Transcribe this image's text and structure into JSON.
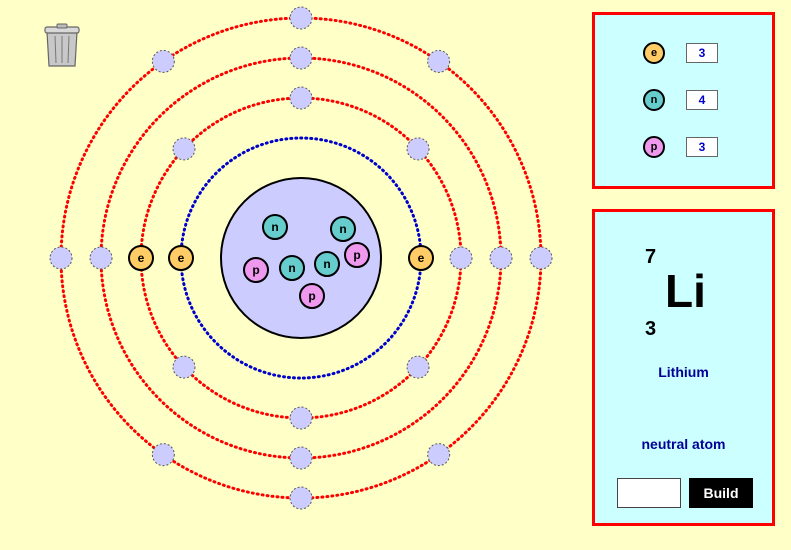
{
  "toolbar": {
    "trash_icon": "trash-can-icon"
  },
  "atom": {
    "nucleus_particles": [
      {
        "type": "n",
        "label": "n"
      },
      {
        "type": "n",
        "label": "n"
      },
      {
        "type": "n",
        "label": "n"
      },
      {
        "type": "n",
        "label": "n"
      },
      {
        "type": "p",
        "label": "p"
      },
      {
        "type": "p",
        "label": "p"
      },
      {
        "type": "p",
        "label": "p"
      }
    ],
    "electrons": [
      {
        "label": "e"
      },
      {
        "label": "e"
      },
      {
        "label": "e"
      }
    ],
    "colors": {
      "electron": "#ffcc66",
      "neutron": "#66cccc",
      "proton": "#ee99ee",
      "nucleus": "#ccccff",
      "empty_slot": "#ccccff",
      "inner_shell": "#0000cc",
      "outer_shells": "#ff0000"
    }
  },
  "counts": {
    "electrons": {
      "label": "e",
      "value": "3"
    },
    "neutrons": {
      "label": "n",
      "value": "4"
    },
    "protons": {
      "label": "p",
      "value": "3"
    }
  },
  "element": {
    "mass_number": "7",
    "symbol": "Li",
    "atomic_number": "3",
    "name": "Lithium",
    "status": "neutral atom"
  },
  "build": {
    "input_value": "",
    "button_label": "Build"
  }
}
